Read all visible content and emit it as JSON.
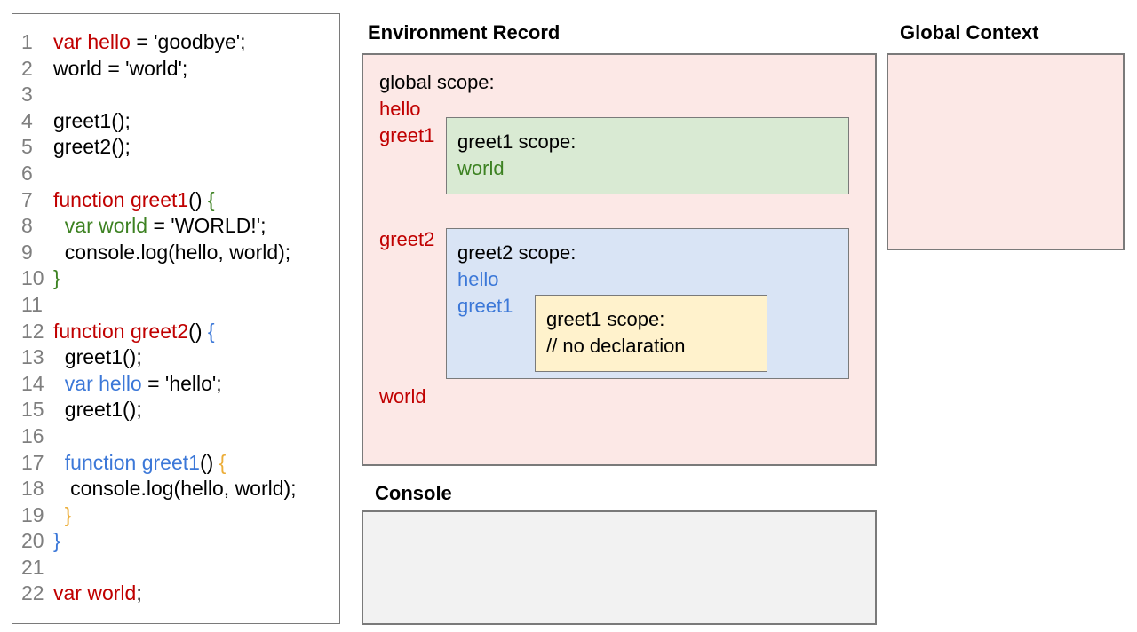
{
  "colors": {
    "ink": "#000000",
    "red": "#c00000",
    "green": "#3d8222",
    "blue": "#3c78d8",
    "yellow": "#ecae3a",
    "gray": "#7f7f7f",
    "border": "#7a7a7a",
    "pink_bg": "#fce8e6",
    "green_bg": "#d9ead3",
    "blue_bg": "#d9e4f5",
    "yellow_bg": "#fff2cc",
    "console_bg": "#f2f2f2"
  },
  "code": {
    "lines": [
      {
        "n": "1",
        "tokens": [
          [
            "var hello",
            "red"
          ],
          [
            " = 'goodbye';",
            "ink"
          ]
        ]
      },
      {
        "n": "2",
        "tokens": [
          [
            "world = 'world';",
            "ink"
          ]
        ]
      },
      {
        "n": "3",
        "tokens": []
      },
      {
        "n": "4",
        "tokens": [
          [
            "greet1();",
            "ink"
          ]
        ]
      },
      {
        "n": "5",
        "tokens": [
          [
            "greet2();",
            "ink"
          ]
        ]
      },
      {
        "n": "6",
        "tokens": []
      },
      {
        "n": "7",
        "tokens": [
          [
            "function greet1",
            "red"
          ],
          [
            "() ",
            "ink"
          ],
          [
            "{",
            "green"
          ]
        ]
      },
      {
        "n": "8",
        "tokens": [
          [
            "  ",
            "ink"
          ],
          [
            "var world",
            "green"
          ],
          [
            " = 'WORLD!';",
            "ink"
          ]
        ]
      },
      {
        "n": "9",
        "tokens": [
          [
            "  console.log(hello, world);",
            "ink"
          ]
        ]
      },
      {
        "n": "10",
        "tokens": [
          [
            "}",
            "green"
          ]
        ]
      },
      {
        "n": "11",
        "tokens": []
      },
      {
        "n": "12",
        "tokens": [
          [
            "function greet2",
            "red"
          ],
          [
            "() ",
            "ink"
          ],
          [
            "{",
            "blue"
          ]
        ]
      },
      {
        "n": "13",
        "tokens": [
          [
            "  greet1();",
            "ink"
          ]
        ]
      },
      {
        "n": "14",
        "tokens": [
          [
            "  ",
            "ink"
          ],
          [
            "var hello",
            "blue"
          ],
          [
            " = 'hello';",
            "ink"
          ]
        ]
      },
      {
        "n": "15",
        "tokens": [
          [
            "  greet1();",
            "ink"
          ]
        ]
      },
      {
        "n": "16",
        "tokens": []
      },
      {
        "n": "17",
        "tokens": [
          [
            "  ",
            "ink"
          ],
          [
            "function greet1",
            "blue"
          ],
          [
            "() ",
            "ink"
          ],
          [
            "{",
            "yellow"
          ]
        ]
      },
      {
        "n": "18",
        "tokens": [
          [
            "   console.log(hello, world);",
            "ink"
          ]
        ]
      },
      {
        "n": "19",
        "tokens": [
          [
            "  ",
            "ink"
          ],
          [
            "}",
            "yellow"
          ]
        ]
      },
      {
        "n": "20",
        "tokens": [
          [
            "}",
            "blue"
          ]
        ]
      },
      {
        "n": "21",
        "tokens": []
      },
      {
        "n": "22",
        "tokens": [
          [
            "var world",
            "red"
          ],
          [
            ";",
            "ink"
          ]
        ]
      }
    ]
  },
  "environment_record": {
    "title": "Environment Record",
    "global_label": "global scope:",
    "var_hello": "hello",
    "var_greet1": "greet1",
    "var_greet2": "greet2",
    "var_world": "world",
    "greet1_scope": {
      "label": "greet1 scope:",
      "var_world": "world"
    },
    "greet2_scope": {
      "label": "greet2 scope:",
      "var_hello": "hello",
      "var_greet1": "greet1"
    },
    "inner_greet1_scope": {
      "label": "greet1 scope:",
      "comment": "// no declaration"
    }
  },
  "console": {
    "title": "Console"
  },
  "global_context": {
    "title": "Global Context"
  }
}
